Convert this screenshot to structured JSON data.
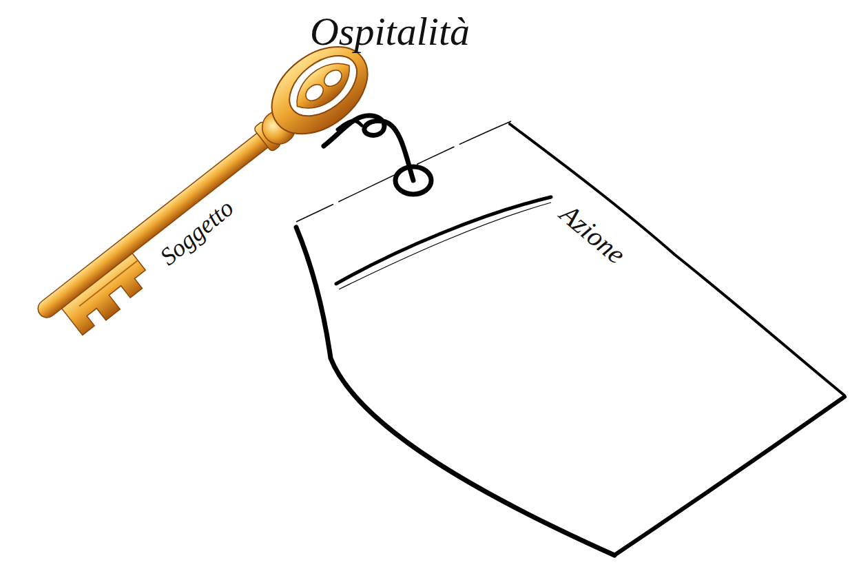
{
  "diagram": {
    "title": "Ospitalità",
    "labels": [
      "Soggetto",
      "Azione"
    ]
  }
}
